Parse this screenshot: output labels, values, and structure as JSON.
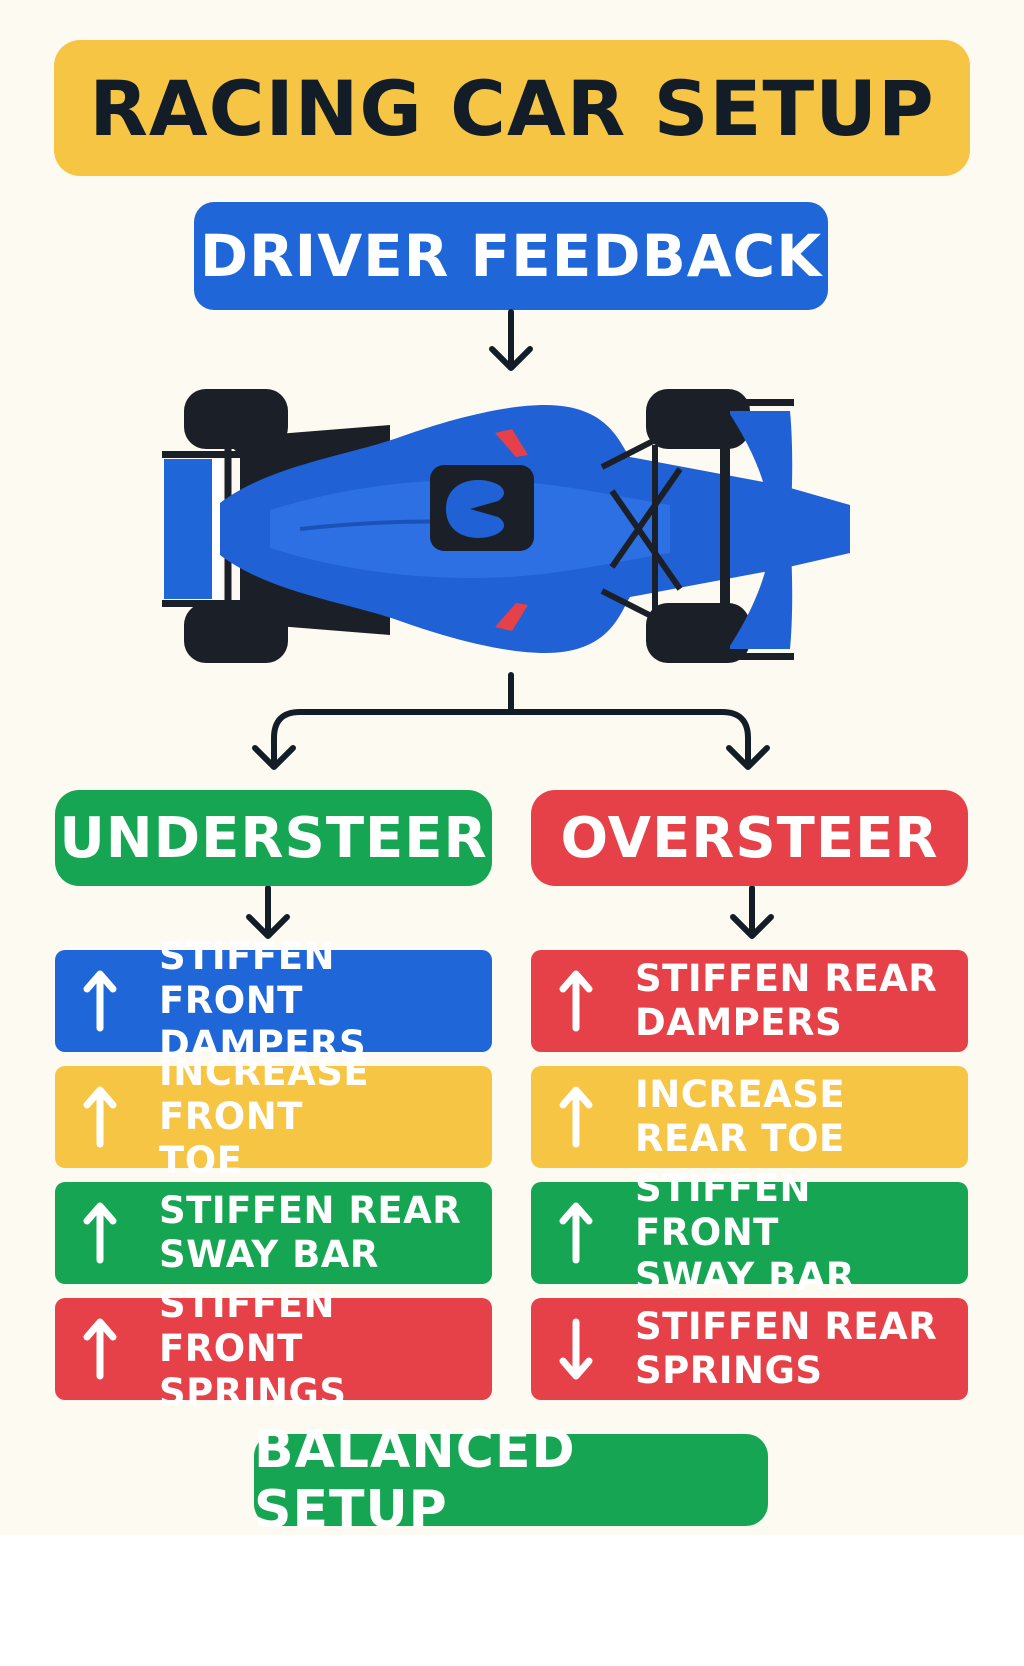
{
  "title": "RACING CAR SETUP",
  "driver_feedback": "DRIVER FEEDBACK",
  "understeer": {
    "heading": "UNDERSTEER",
    "items": [
      {
        "line1": "STIFFEN FRONT",
        "line2": "DAMPERS",
        "arrow": "up-arrow-icon",
        "color": "#1f67d8"
      },
      {
        "line1": "INCREASE FRONT",
        "line2": "TOE",
        "arrow": "up-arrow-icon",
        "color": "#f6c543"
      },
      {
        "line1": "STIFFEN REAR",
        "line2": "SWAY BAR",
        "arrow": "up-arrow-icon",
        "color": "#16a653"
      },
      {
        "line1": "STIFFEN FRONT",
        "line2": "SPRINGS",
        "arrow": "up-arrow-icon",
        "color": "#e64148"
      }
    ]
  },
  "oversteer": {
    "heading": "OVERSTEER",
    "items": [
      {
        "line1": "STIFFEN REAR",
        "line2": "DAMPERS",
        "arrow": "up-arrow-icon",
        "color": "#e64148"
      },
      {
        "line1": "INCREASE",
        "line2": "REAR TOE",
        "arrow": "up-arrow-icon",
        "color": "#f6c543"
      },
      {
        "line1": "STIFFEN FRONT",
        "line2": "SWAY BAR",
        "arrow": "up-arrow-icon",
        "color": "#16a653"
      },
      {
        "line1": "STIFFEN REAR",
        "line2": "SPRINGS",
        "arrow": "down-arrow-icon",
        "color": "#e64148"
      }
    ]
  },
  "balanced": "BALANCED SETUP",
  "colors": {
    "background": "#fdfaf1",
    "yellow": "#f6c543",
    "blue": "#1f67d8",
    "green": "#16a653",
    "red": "#e64148",
    "dark": "#121d28"
  },
  "icons": {
    "car": "race-car-top-view-icon",
    "connector": "down-arrow-connector-icon"
  }
}
